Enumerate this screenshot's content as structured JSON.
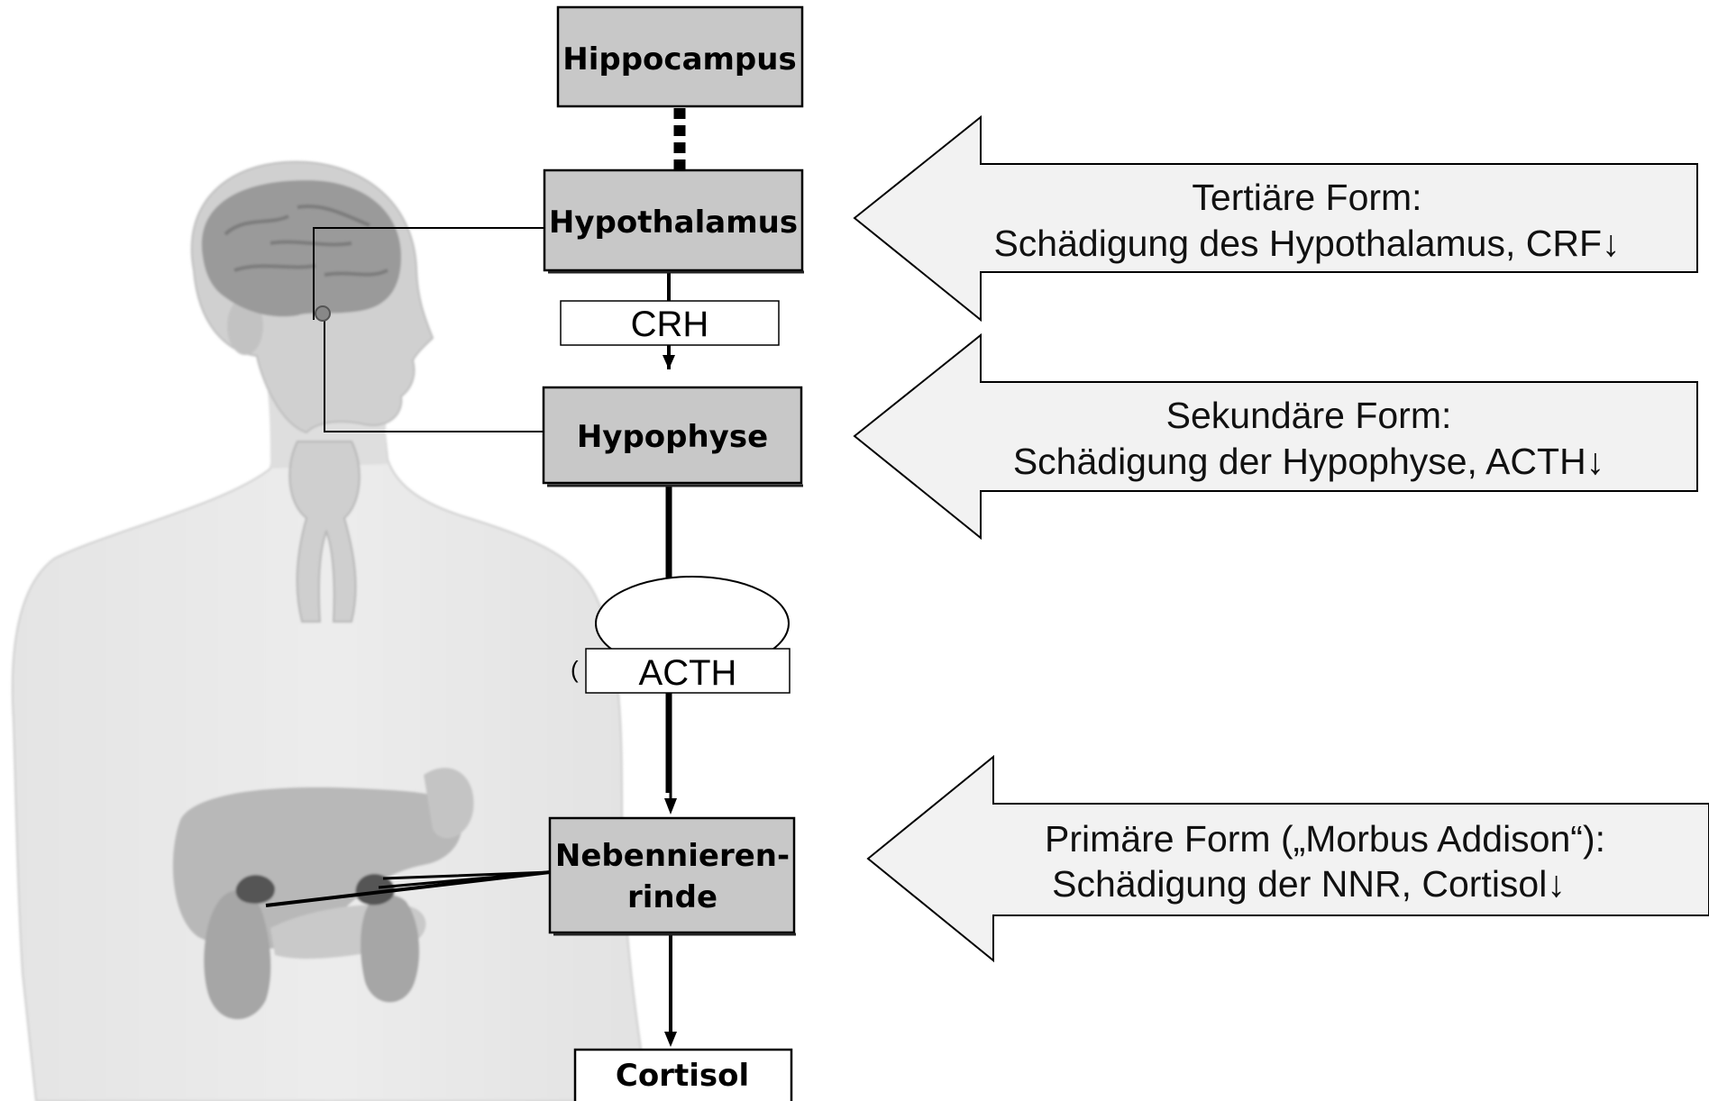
{
  "flow": {
    "hippocampus": "Hippocampus",
    "hypothalamus": "Hypothalamus",
    "crh": "CRH",
    "hypophyse": "Hypophyse",
    "acth": "ACTH",
    "nnr_line1": "Nebennieren-",
    "nnr_line2": "rinde",
    "cortisol": "Cortisol"
  },
  "callouts": {
    "tertiary": {
      "line1": "Tertiäre Form:",
      "line2": "Schädigung des Hypothalamus,  CRF↓"
    },
    "secondary": {
      "line1": "Sekundäre Form:",
      "line2": "Schädigung der Hypophyse,  ACTH↓"
    },
    "primary": {
      "line1": "Primäre Form („Morbus Addison“):",
      "line2": "Schädigung der NNR,  Cortisol↓"
    }
  },
  "colors": {
    "box_fill": "#c8c8c8",
    "arrow_fill": "#f2f2f2",
    "line": "#000000"
  }
}
